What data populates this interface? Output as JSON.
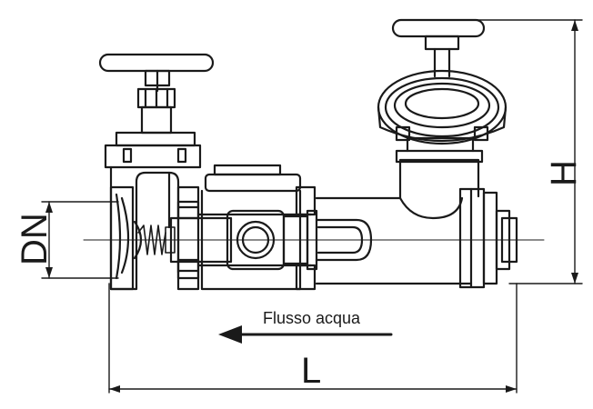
{
  "labels": {
    "dn": "DN",
    "h": "H",
    "l": "L",
    "flow": "Flusso acqua"
  },
  "colors": {
    "line": "#1a1a1a",
    "background": "#ffffff"
  }
}
